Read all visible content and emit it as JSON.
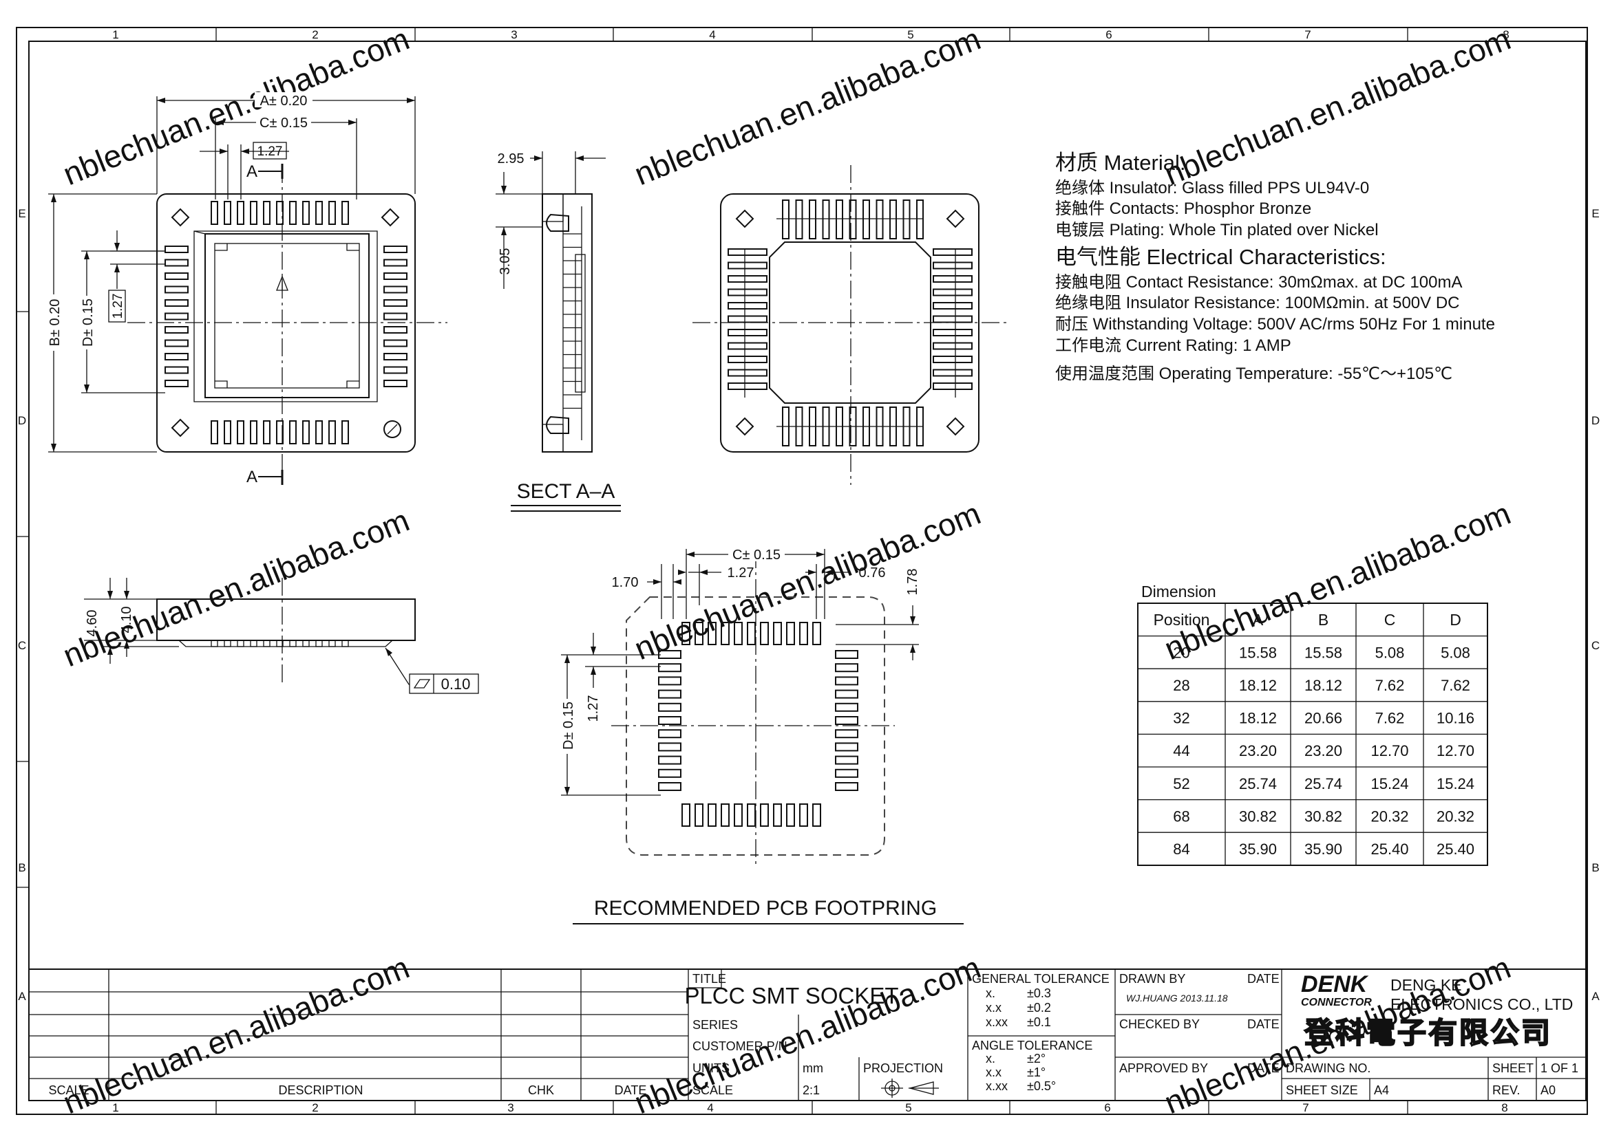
{
  "watermark": "nblechuan.en.alibaba.com",
  "border": {
    "columns": [
      "1",
      "2",
      "3",
      "4",
      "5",
      "6",
      "7",
      "8"
    ],
    "rows": [
      "E",
      "D",
      "C",
      "B",
      "A"
    ]
  },
  "top_view": {
    "dim_a": "A± 0.20",
    "dim_c": "C± 0.15",
    "pitch": "1.27",
    "dim_b": "B± 0.20",
    "dim_d": "D± 0.15",
    "pitch_v": "1.27",
    "section_mark": "A"
  },
  "section_view": {
    "dim_top": "2.95",
    "dim_side": "3.05",
    "title": "SECT A–A"
  },
  "side_view": {
    "dim_outer": "4.60",
    "dim_inner": "4.10",
    "flatness": "0.10"
  },
  "footprint": {
    "dim_c": "C± 0.15",
    "dim_170": "1.70",
    "dim_127": "1.27",
    "dim_076": "0.76",
    "dim_178": "1.78",
    "dim_d": "D± 0.15",
    "dim_127_v": "1.27",
    "caption": "RECOMMENDED PCB FOOTPRING"
  },
  "specs": {
    "material_heading": "材质 Material:",
    "insulator": "绝缘体 Insulator: Glass filled PPS UL94V-0",
    "contacts": "接触件 Contacts:  Phosphor Bronze",
    "plating": "电镀层 Plating:  Whole Tin plated over Nickel",
    "electrical_heading": "电气性能 Electrical Characteristics:",
    "contact_resistance": "接触电阻 Contact Resistance: 30mΩmax. at DC 100mA",
    "insulator_resistance": "绝缘电阻 Insulator Resistance: 100MΩmin. at 500V DC",
    "withstanding_voltage": "耐压 Withstanding Voltage: 500V AC/rms 50Hz For 1 minute",
    "current_rating": "工作电流 Current Rating: 1 AMP",
    "operating_temperature": "使用温度范围 Operating Temperature: -55℃～+105℃"
  },
  "dimension_table": {
    "caption": "Dimension",
    "headers": [
      "Position",
      "A",
      "B",
      "C",
      "D"
    ],
    "rows": [
      [
        "20",
        "15.58",
        "15.58",
        "5.08",
        "5.08"
      ],
      [
        "28",
        "18.12",
        "18.12",
        "7.62",
        "7.62"
      ],
      [
        "32",
        "18.12",
        "20.66",
        "7.62",
        "10.16"
      ],
      [
        "44",
        "23.20",
        "23.20",
        "12.70",
        "12.70"
      ],
      [
        "52",
        "25.74",
        "25.74",
        "15.24",
        "15.24"
      ],
      [
        "68",
        "30.82",
        "30.82",
        "20.32",
        "20.32"
      ],
      [
        "84",
        "35.90",
        "35.90",
        "25.40",
        "25.40"
      ]
    ]
  },
  "title_block": {
    "scale_label": "SCALE",
    "description_label": "DESCRIPTION",
    "chk_label": "CHK",
    "date_label": "DATE",
    "title_label": "TITLE",
    "title": "PLCC SMT SOCKET",
    "series_label": "SERIES",
    "customer_pn_label": "CUSTOMER P/N",
    "units_label": "UNITS",
    "units": "mm",
    "projection_label": "PROJECTION",
    "scale2_label": "SCALE",
    "scale_value": "2:1",
    "general_tolerance_label": "GENERAL TOLERANCE",
    "general_tolerances": [
      [
        "x.",
        "±0.3"
      ],
      [
        "x.x",
        "±0.2"
      ],
      [
        "x.xx",
        "±0.1"
      ]
    ],
    "angle_tolerance_label": "ANGLE TOLERANCE",
    "angle_tolerances": [
      [
        "x.",
        "±2°"
      ],
      [
        "x.x",
        "±1°"
      ],
      [
        "x.xx",
        "±0.5°"
      ]
    ],
    "drawn_by_label": "DRAWN BY",
    "drawn_date_label": "DATE",
    "drawn_by": "WJ.HUANG   2013.11.18",
    "checked_by_label": "CHECKED BY",
    "checked_date_label": "DATE",
    "approved_by_label": "APPROVED BY",
    "approved_date_label": "DATE",
    "company_logo": "DENK",
    "company_logo_sub": "CONNECTOR",
    "company_name_1": "DENG  KE",
    "company_name_2": "ELECTRONICS  CO.,  LTD",
    "company_name_cn": "登科電子有限公司",
    "drawing_no_label": "DRAWING NO.",
    "sheet_label": "SHEET",
    "sheet_value": "1 OF 1",
    "sheet_size_label": "SHEET SIZE",
    "sheet_size": "A4",
    "rev_label": "REV.",
    "rev_value": "A0"
  }
}
